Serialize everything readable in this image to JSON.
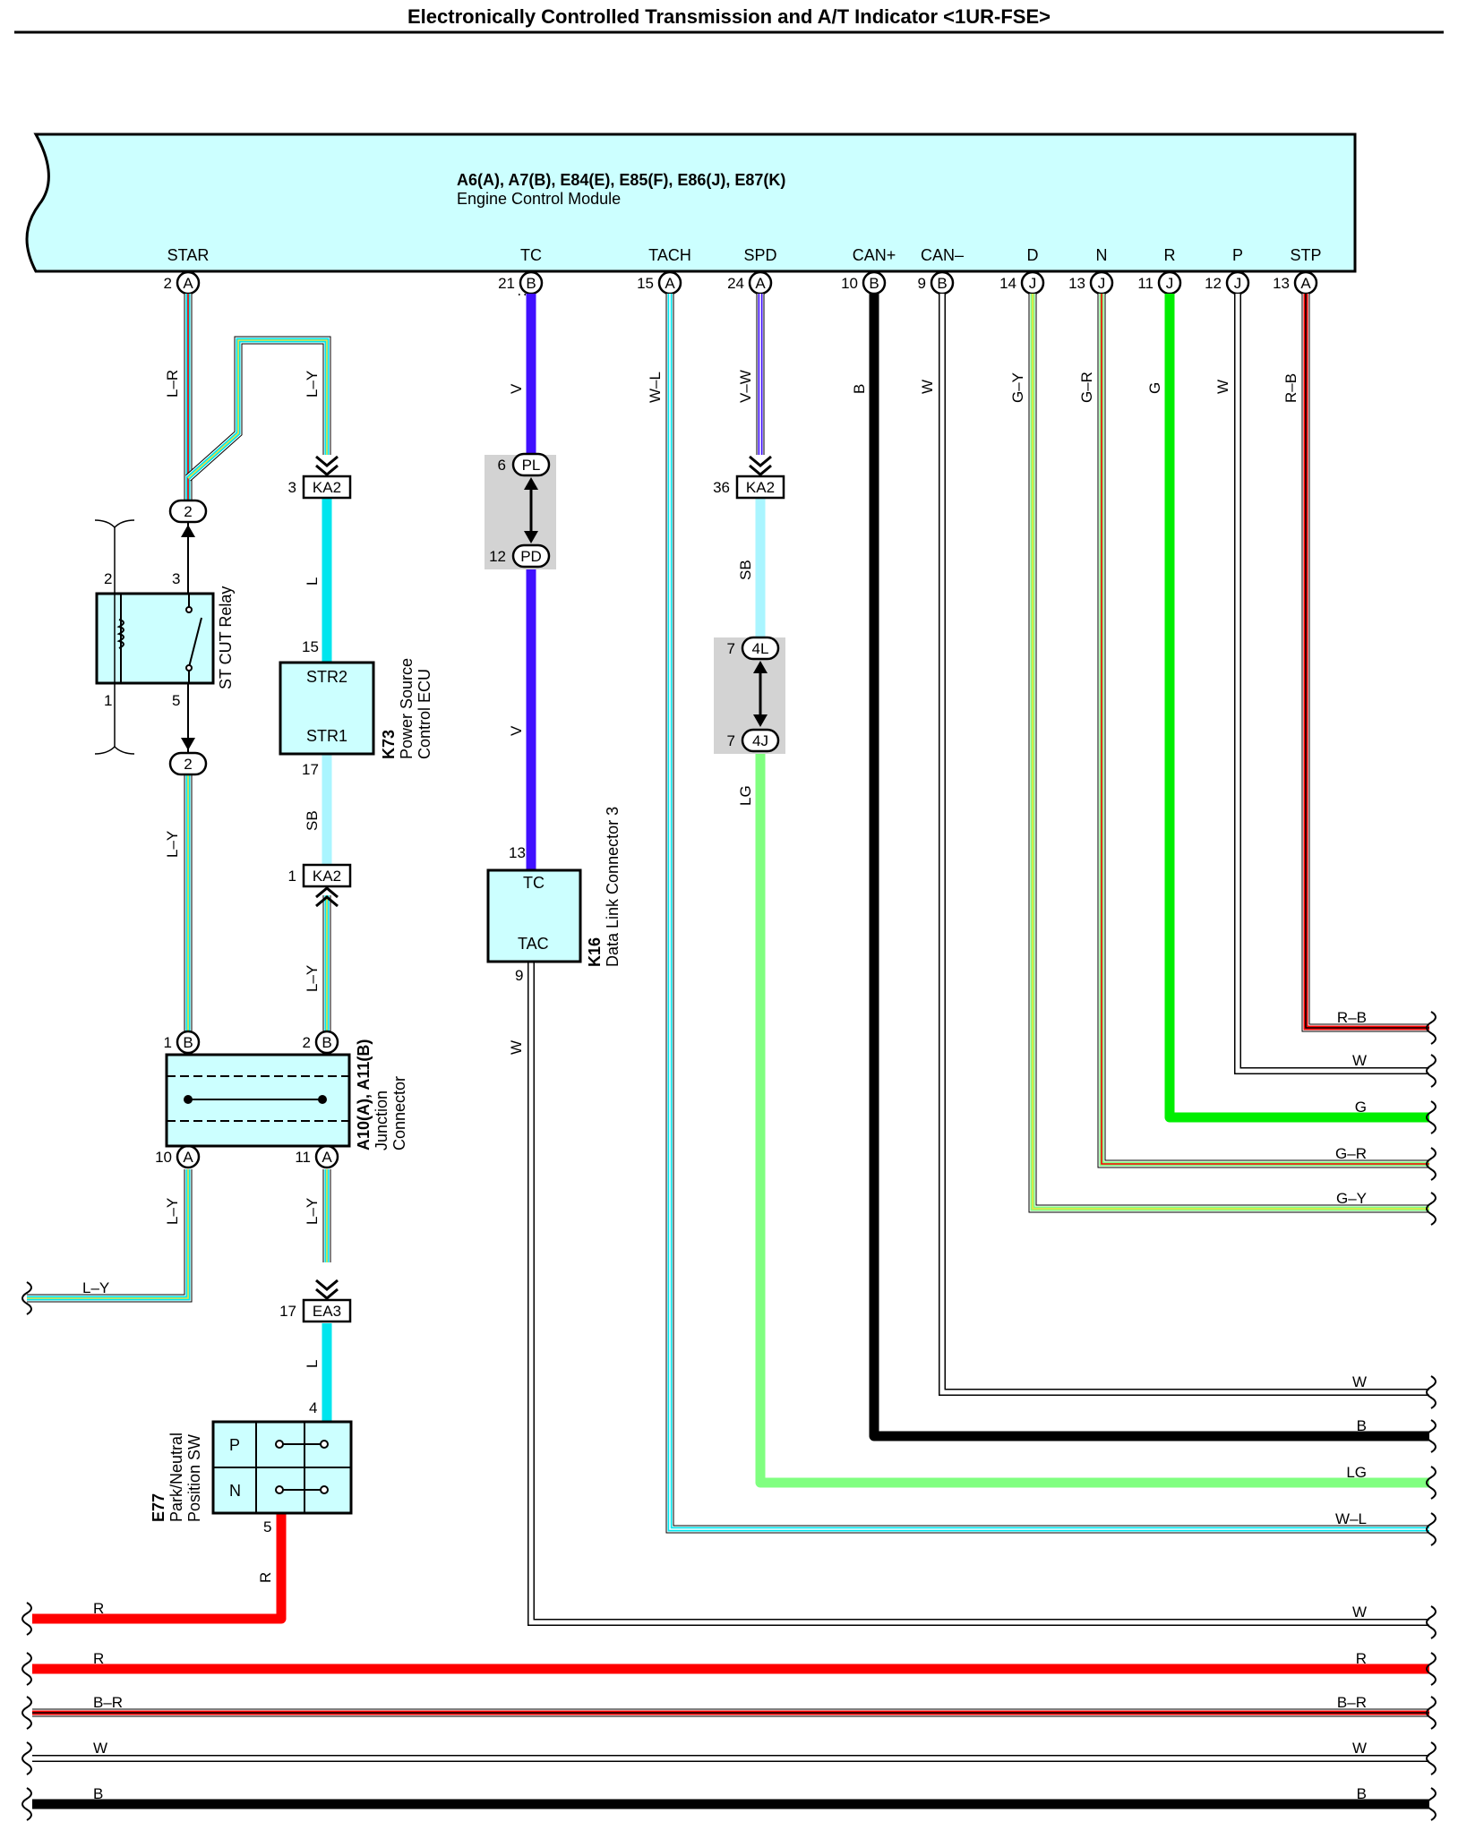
{
  "title": "Electronically Controlled Transmission and A/T Indicator <1UR-FSE>",
  "ecm": {
    "connectors": "A6(A), A7(B), E84(E), E85(F), E86(J), E87(K)",
    "name": "Engine Control Module",
    "terminals": [
      {
        "name": "STAR",
        "pin": "2",
        "conn": "A"
      },
      {
        "name": "TC",
        "pin": "21",
        "conn": "B"
      },
      {
        "name": "TACH",
        "pin": "15",
        "conn": "A"
      },
      {
        "name": "SPD",
        "pin": "24",
        "conn": "A"
      },
      {
        "name": "CAN+",
        "pin": "10",
        "conn": "B"
      },
      {
        "name": "CAN–",
        "pin": "9",
        "conn": "B"
      },
      {
        "name": "D",
        "pin": "14",
        "conn": "J"
      },
      {
        "name": "N",
        "pin": "13",
        "conn": "J"
      },
      {
        "name": "R",
        "pin": "11",
        "conn": "J"
      },
      {
        "name": "P",
        "pin": "12",
        "conn": "J"
      },
      {
        "name": "STP",
        "pin": "13",
        "conn": "A"
      }
    ]
  },
  "relay": {
    "name": "ST CUT Relay",
    "pins": {
      "p2": "2",
      "p3": "3",
      "p1": "1",
      "p5": "5"
    },
    "conn_top": "2",
    "conn_bottom": "2"
  },
  "psecu": {
    "id": "K73",
    "name_line1": "Power Source",
    "name_line2": "Control ECU",
    "t1": "STR2",
    "t2": "STR1",
    "p1": "15",
    "p2": "17"
  },
  "dlc": {
    "id": "K16",
    "name": "Data Link Connector 3",
    "t1": "TC",
    "t2": "TAC",
    "p1": "13",
    "p2": "9"
  },
  "jc": {
    "id": "A10(A), A11(B)",
    "name_line1": "Junction",
    "name_line2": "Connector",
    "pins": {
      "p1": "1",
      "p2": "2",
      "p10": "10",
      "p11": "11"
    },
    "c_top": "B",
    "c_bot": "A"
  },
  "pnsw": {
    "id": "E77",
    "name_line1": "Park/Neutral",
    "name_line2": "Position SW",
    "t1": "P",
    "t2": "N",
    "p_top": "4",
    "p_bot": "5"
  },
  "connectors": {
    "ka2_a": {
      "id": "KA2",
      "pin": "3"
    },
    "ka2_b": {
      "id": "KA2",
      "pin": "1"
    },
    "ka2_c": {
      "id": "KA2",
      "pin": "36"
    },
    "ea3": {
      "id": "EA3",
      "pin": "17"
    },
    "pl": {
      "id": "PL",
      "pin": "6"
    },
    "pd": {
      "id": "PD",
      "pin": "12"
    },
    "c4l": {
      "id": "4L",
      "pin": "7"
    },
    "c4j": {
      "id": "4J",
      "pin": "7"
    }
  },
  "wire_labels": {
    "star": "L–R",
    "branch": "L–Y",
    "l1": "L",
    "sb1": "SB",
    "ly2": "L–Y",
    "ly_relay": "L–Y",
    "ly_jc_left": "L–Y",
    "ly_jc_right": "L–Y",
    "ly_left_end": "L–Y",
    "l2": "L",
    "r_pn": "R",
    "tc_v1": "V",
    "tc_v2": "V",
    "w_dlc": "W",
    "tach": "W–L",
    "spd": "V–W",
    "sb2": "SB",
    "lg": "LG",
    "canp": "B",
    "canm": "W",
    "d": "G–Y",
    "n": "G–R",
    "r": "G",
    "p": "W",
    "stp": "R–B"
  },
  "right_labels": [
    "R–B",
    "W",
    "G",
    "G–R",
    "G–Y",
    "W",
    "B",
    "LG",
    "W–L",
    "W"
  ],
  "bus_labels": [
    "R",
    "R",
    "B–R",
    "W",
    "B"
  ],
  "colors": {
    "ecm_fill": "#ccffff",
    "wire_L": "#00e5ee",
    "wire_V": "#4010ff",
    "wire_SB": "#aaf5ff",
    "wire_LG": "#80ff80",
    "wire_G": "#00ee00",
    "wire_R": "#ff0000",
    "wire_B": "#000000",
    "wire_Y": "#f0e040",
    "conn_fill": "#d3d3d3"
  }
}
